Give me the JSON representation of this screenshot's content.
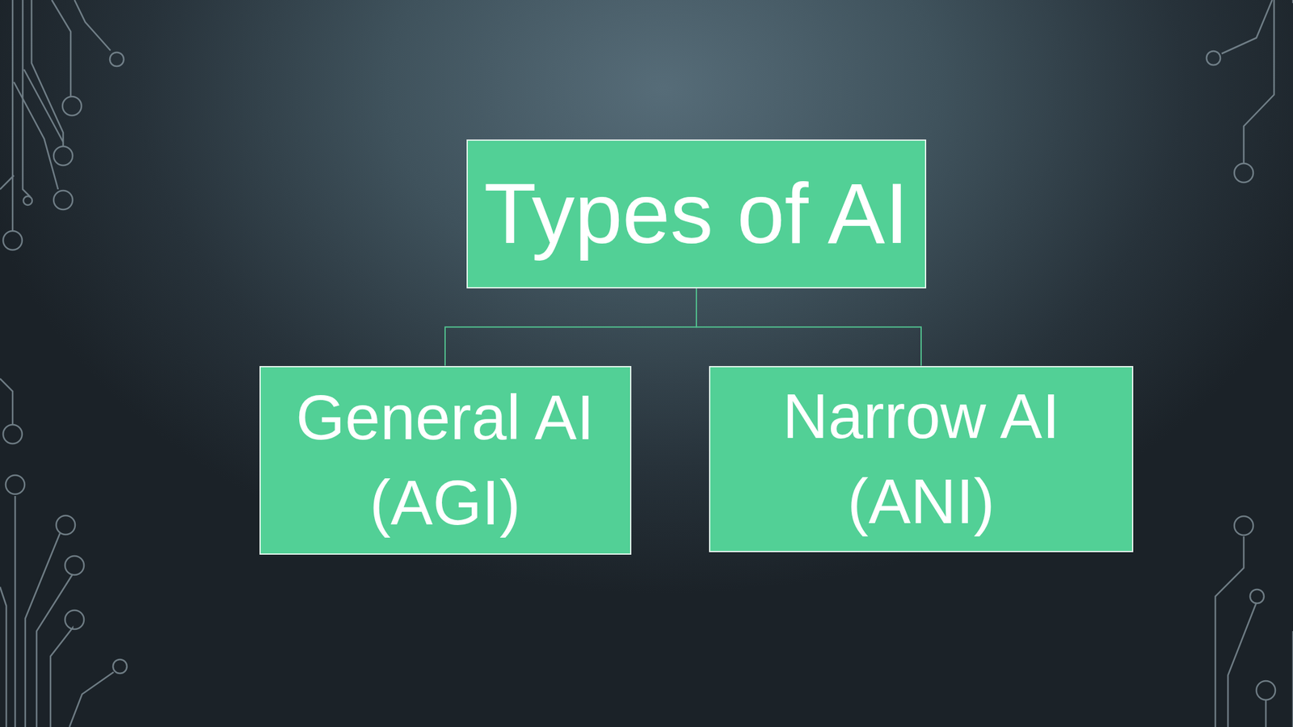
{
  "diagram": {
    "nodes": [
      {
        "text": [
          "Types of AI"
        ]
      },
      {
        "text": [
          "General AI (AGI)"
        ]
      },
      {
        "text": [
          "Narrow AI (ANI)"
        ]
      }
    ],
    "edges": [
      {
        "from": 0,
        "to": 1,
        "arrow": "none"
      },
      {
        "from": 0,
        "to": 2,
        "arrow": "none"
      }
    ]
  }
}
